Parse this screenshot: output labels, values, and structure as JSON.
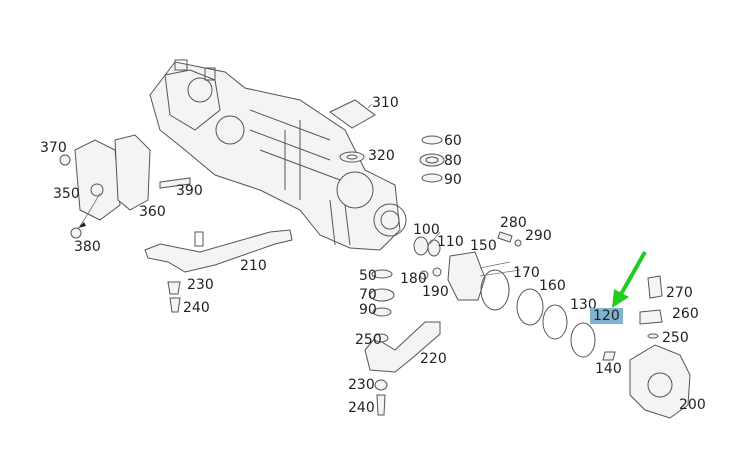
{
  "diagram": {
    "highlight_color": "#7fb3cf",
    "arrow_color": "#22cc22",
    "highlighted_label": "120",
    "labels": {
      "p310": "310",
      "p60": "60",
      "p80": "80",
      "p90a": "90",
      "p320": "320",
      "p370": "370",
      "p350": "350",
      "p360": "360",
      "p390": "390",
      "p380": "380",
      "p210": "210",
      "p230": "230",
      "p240a": "240",
      "p100": "100",
      "p110": "110",
      "p150": "150",
      "p280": "280",
      "p290": "290",
      "p170": "170",
      "p50": "50",
      "p180": "180",
      "p190": "190",
      "p70": "70",
      "p90b": "90",
      "p160": "160",
      "p130": "130",
      "p120": "120",
      "p270": "270",
      "p260": "260",
      "p250a": "250",
      "p250b": "250",
      "p220": "220",
      "p140": "140",
      "p230b": "230",
      "p240b": "240",
      "p200": "200"
    }
  }
}
